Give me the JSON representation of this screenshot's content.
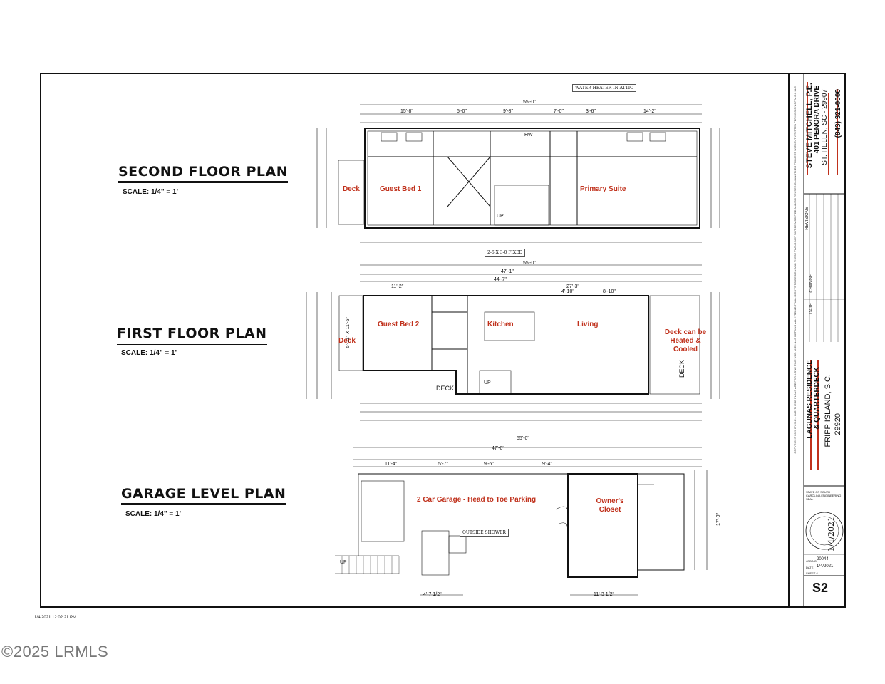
{
  "plans": {
    "second": {
      "title": "SECOND FLOOR PLAN",
      "scale": "SCALE: 1/4\" = 1'"
    },
    "first": {
      "title": "FIRST FLOOR PLAN",
      "scale": "SCALE: 1/4\" = 1'"
    },
    "garage": {
      "title": "GARAGE LEVEL PLAN",
      "scale": "SCALE: 1/4\" = 1'"
    }
  },
  "rooms": {
    "deck_upper": "Deck",
    "guest_bed_1": "Guest Bed 1",
    "primary_suite": "Primary Suite",
    "guest_bed_2": "Guest Bed 2",
    "kitchen": "Kitchen",
    "living": "Living",
    "deck_first": "Deck",
    "deck_heated": "Deck can be Heated & Cooled",
    "garage": "2 Car Garage - Head to Toe Parking",
    "owners_closet": "Owner's Closet"
  },
  "notes": {
    "water_heater": "WATER HEATER IN ATTIC",
    "window_fixed": "2-6 X 3-0 FIXED",
    "outside_shower": "OUTSIDE SHOWER",
    "hw": "HW",
    "up_1": "UP",
    "up_2": "UP",
    "up_3": "UP",
    "deck_bottom": "DECK",
    "deck_side": "DECK"
  },
  "dimensions": {
    "overall": "55'-0\"",
    "second_a": "15'-8\"",
    "second_b": "5'-0\"",
    "second_c": "9'-8\"",
    "second_d": "7'-0\"",
    "second_e": "3'-6\"",
    "second_f": "14'-2\"",
    "first_overall_inner": "47'-1\"",
    "first_inner": "44'-7\"",
    "first_a": "11'-2\"",
    "first_b": "27'-3\"",
    "first_c": "4'-10\"",
    "first_d": "8'-10\"",
    "garage_overall": "55'-0\"",
    "garage_inner": "47'-0\"",
    "garage_a": "11'-4\"",
    "garage_b": "5'-7\"",
    "garage_c": "9'-6\"",
    "garage_d": "9'-4\"",
    "depth": "17'-0\"",
    "bottom_a": "4'-7 1/2\"",
    "bottom_b": "11'-3 1/2\"",
    "bedroom_dim": "5'-11\" X 11'-5\""
  },
  "title_block": {
    "engineer": "STEVE MITCHELL, P.E.",
    "address": "401 PENORA DRIVE",
    "city": "ST. HELEN, SC - 29907",
    "phone": "(843) 321-0000",
    "residence": "LAGUNAS RESIDENCE",
    "residence2": "& QUARTERDECK",
    "location": "FRIPP ISLAND, S.C.",
    "zip": "29920",
    "revisions": "REVISIONS",
    "date_col": "DATE",
    "change_col": "CHANGE",
    "seal_title": "STATE OF SOUTH CAROLINA ENGINEERING SEAL",
    "seal_date": "1/4/2021",
    "job_label": "JOB NO.",
    "job_no": "20044",
    "date_label": "DATE",
    "date": "1/4/2021",
    "sheet_label": "SHEET #",
    "sheet": "S2",
    "copyright": "COPYRIGHT 2020 BY M.E.I. LLC. THESE PLANS ARE FOR A ONE TIME USE. M.E.I. LLC RETAINS ALL INTELLECTUAL RIGHTS TO DESIGN AND THESE PLANS MAY NOT BE MODIFIED AND/OR REUSED ON ANOTHER PROJECT WITHOUT WRITTEN PERMISSION OF M.E.I. LLC."
  },
  "footer": {
    "timestamp": "1/4/2021 12:02:21 PM"
  },
  "watermark": "©2025 LRMLS"
}
